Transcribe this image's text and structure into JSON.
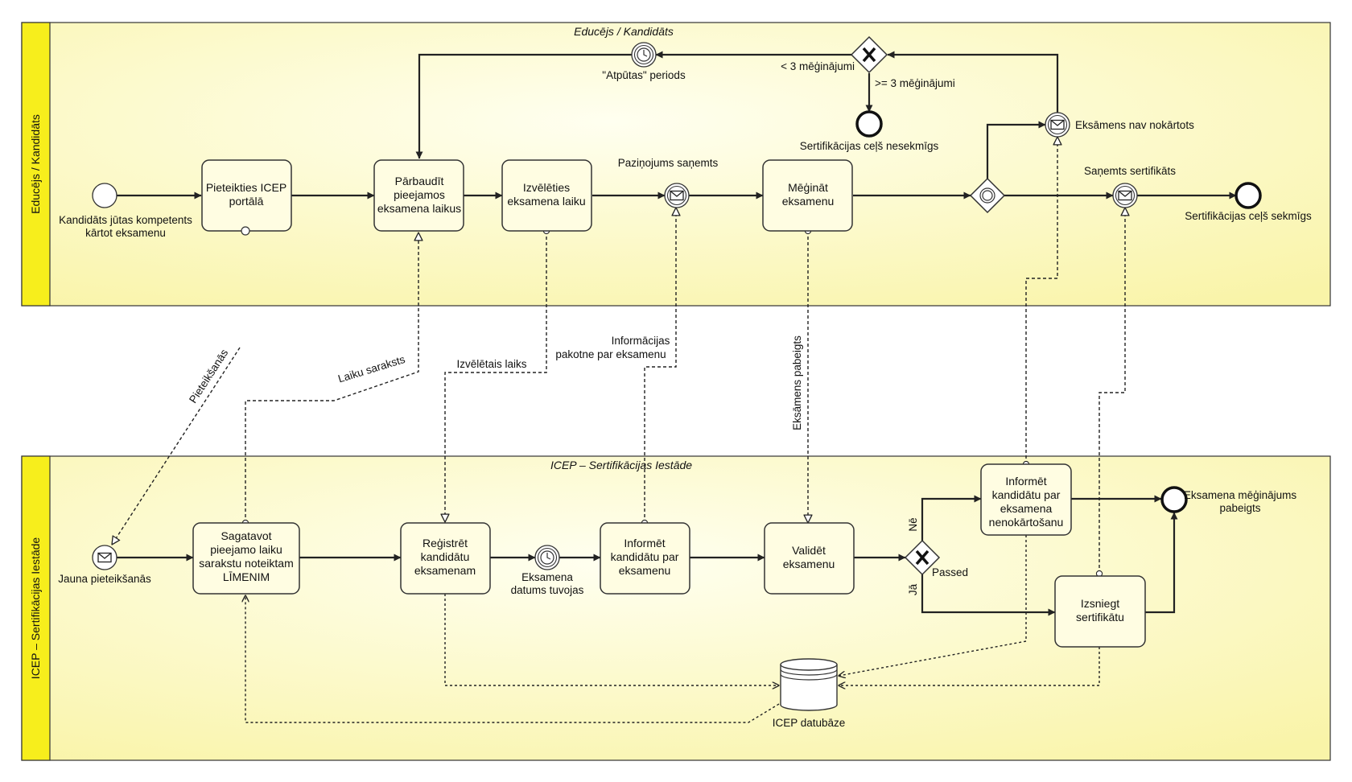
{
  "pools": {
    "top": {
      "title": "Educējs / Kandidāts",
      "lane_label": "Educējs / Kandidāts"
    },
    "bottom": {
      "title": "ICEP – Sertifikācijas Iestāde",
      "lane_label": "ICEP – Sertifikācijas Iestāde"
    }
  },
  "tasks": {
    "t1": [
      "Pieteikties ICEP",
      "portālā"
    ],
    "t2": [
      "Pārbaudīt",
      "pieejamos",
      "eksamena laikus"
    ],
    "t3": [
      "Izvēlēties",
      "eksamena laiku"
    ],
    "t4": [
      "Mēģināt",
      "eksamenu"
    ],
    "b1": [
      "Sagatavot",
      "pieejamo laiku",
      "sarakstu noteiktam",
      "LĪMENIM"
    ],
    "b2": [
      "Reģistrēt",
      "kandidātu",
      "eksamenam"
    ],
    "b3": [
      "Informēt",
      "kandidātu par",
      "eksamenu"
    ],
    "b4": [
      "Validēt",
      "eksamenu"
    ],
    "b5": [
      "Informēt",
      "kandidātu par",
      "eksamena",
      "nenokārtošanu"
    ],
    "b6": [
      "Izsniegt",
      "sertifikātu"
    ]
  },
  "events": {
    "start_top": [
      "Kandidāts jūtas kompetents",
      "kārtot eksamenu"
    ],
    "msg_notice": "Paziņojums saņemts",
    "timer_rest": "\"Atpūtas\" periods",
    "end_fail": "Sertifikācijas ceļš nesekmīgs",
    "msg_not_passed": "Eksāmens nav nokārtots",
    "msg_cert": "Saņemts sertifikāts",
    "end_success": "Sertifikācijas ceļš sekmīgs",
    "start_bottom": "Jauna pieteikšanās",
    "timer_date": [
      "Eksamena",
      "datums tuvojas"
    ],
    "end_bottom": [
      "Eksamena mēģinājums",
      "pabeigts"
    ]
  },
  "gateways": {
    "lt3": "< 3 mēģinājumi",
    "ge3": ">= 3 mēģinājumi",
    "passed": "Passed",
    "ne": "Nē",
    "ja": "Jā"
  },
  "flows": {
    "pieteiksanas": "Pieteikšanās",
    "laiku_saraksts": "Laiku saraksts",
    "izveletais": "Izvēlētais laiks",
    "info_pakotne": [
      "Informācijas",
      "pakotne par eksamenu"
    ],
    "eksamens_pabeigts": "Eksāmens pabeigts"
  },
  "datastore": "ICEP datubāze",
  "colors": {
    "pool_fill": "#fdfbc4",
    "lane_bar": "#f7ee1c",
    "stroke": "#2b2b2b",
    "task_fill": "#fffde2"
  }
}
